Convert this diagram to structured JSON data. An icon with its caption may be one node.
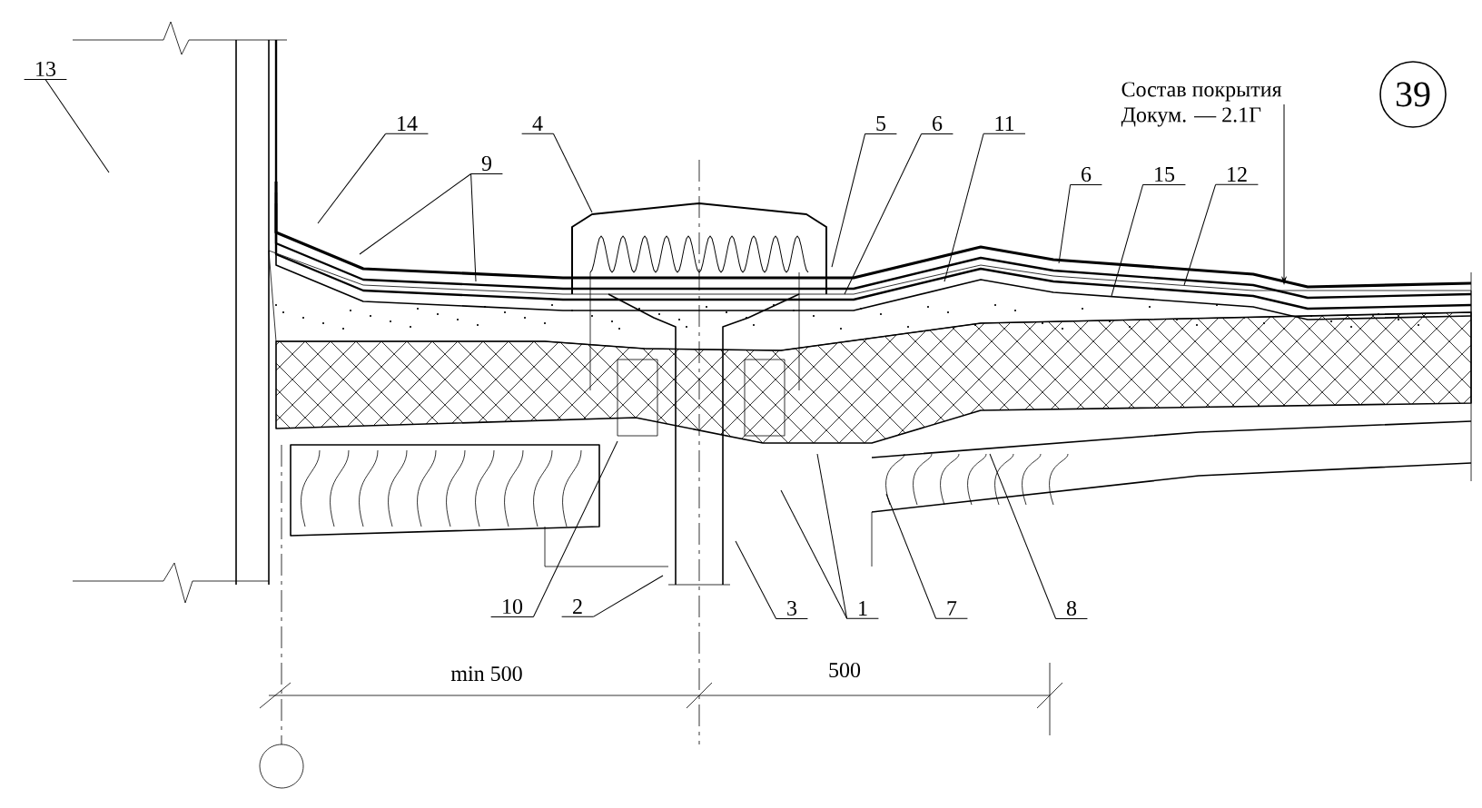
{
  "diagram": {
    "nodes": [
      {
        "text": [
          "13"
        ]
      },
      {
        "text": [
          "14"
        ]
      },
      {
        "text": [
          "9"
        ]
      },
      {
        "text": [
          "4"
        ]
      },
      {
        "text": [
          "5"
        ]
      },
      {
        "text": [
          "6"
        ]
      },
      {
        "text": [
          "11"
        ]
      },
      {
        "text": [
          "Состав покрытия",
          "Докум. — 2.1Г"
        ]
      },
      {
        "text": [
          "6"
        ]
      },
      {
        "text": [
          "15"
        ]
      },
      {
        "text": [
          "12"
        ]
      },
      {
        "text": [
          "39"
        ]
      },
      {
        "text": [
          "10"
        ]
      },
      {
        "text": [
          "2"
        ]
      },
      {
        "text": [
          "3"
        ]
      },
      {
        "text": [
          "1"
        ]
      },
      {
        "text": [
          "7"
        ]
      },
      {
        "text": [
          "8"
        ]
      }
    ],
    "edges": [
      {
        "from": 0,
        "to": null,
        "arrow": "none"
      },
      {
        "from": 1,
        "to": null,
        "arrow": "none"
      },
      {
        "from": 2,
        "to": null,
        "arrow": "none"
      },
      {
        "from": 2,
        "to": null,
        "arrow": "none"
      },
      {
        "from": 3,
        "to": null,
        "arrow": "none"
      },
      {
        "from": 4,
        "to": null,
        "arrow": "none"
      },
      {
        "from": 5,
        "to": null,
        "arrow": "none"
      },
      {
        "from": 6,
        "to": null,
        "arrow": "none"
      },
      {
        "from": 7,
        "to": null,
        "arrow": "to"
      },
      {
        "from": 8,
        "to": null,
        "arrow": "none"
      },
      {
        "from": 9,
        "to": null,
        "arrow": "none"
      },
      {
        "from": 10,
        "to": null,
        "arrow": "none"
      },
      {
        "from": 12,
        "to": null,
        "arrow": "none"
      },
      {
        "from": 13,
        "to": null,
        "arrow": "none"
      },
      {
        "from": 14,
        "to": null,
        "arrow": "none"
      },
      {
        "from": 15,
        "to": null,
        "arrow": "none"
      },
      {
        "from": 15,
        "to": null,
        "arrow": "none"
      },
      {
        "from": 16,
        "to": null,
        "arrow": "none"
      },
      {
        "from": 17,
        "to": null,
        "arrow": "none"
      }
    ],
    "labels": [
      "min 500",
      "500"
    ]
  }
}
